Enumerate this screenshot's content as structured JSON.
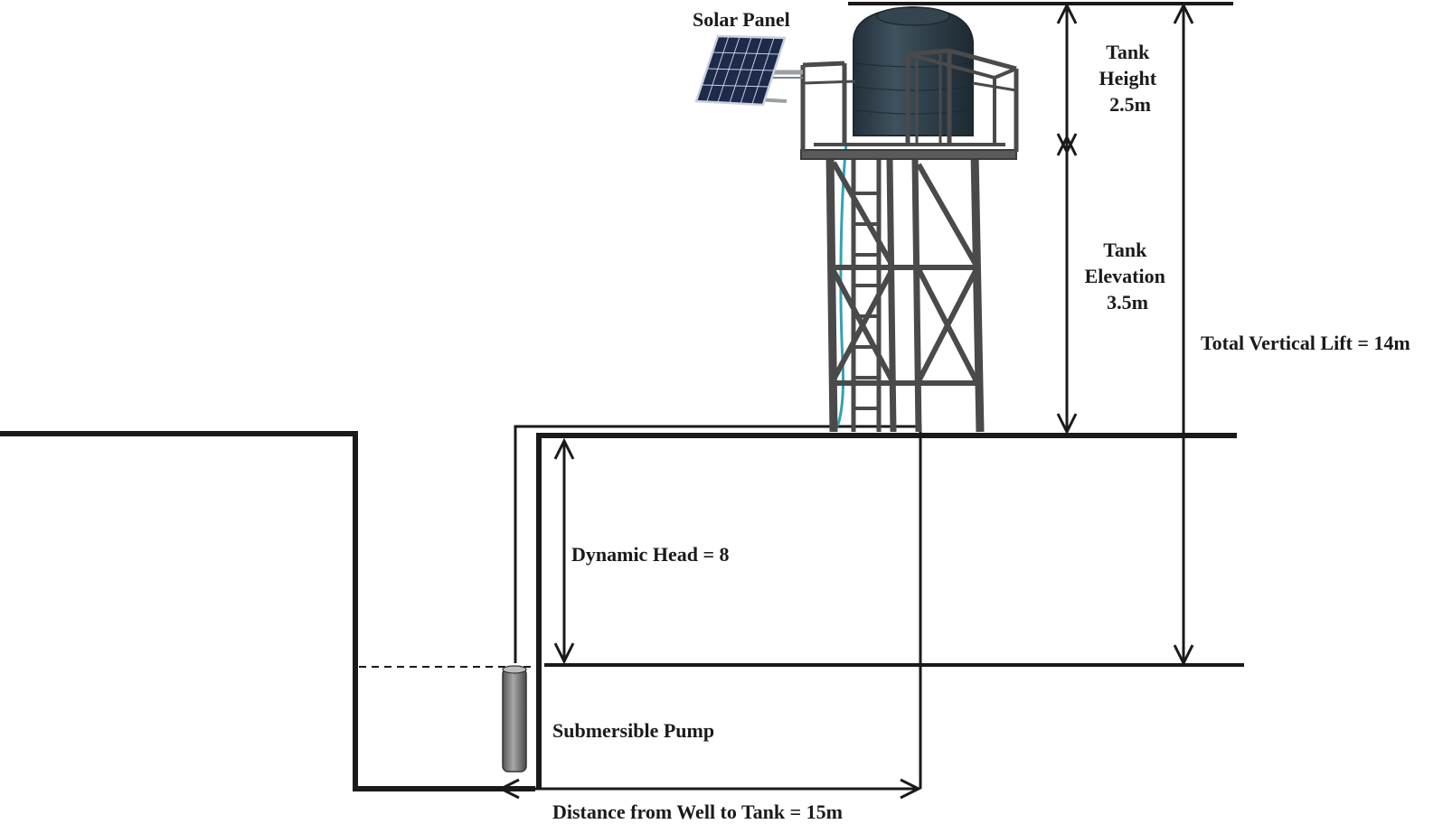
{
  "labels": {
    "solar_panel": "Solar Panel",
    "tank_height": [
      "Tank",
      "Height",
      "2.5m"
    ],
    "tank_elevation": [
      "Tank",
      "Elevation",
      "3.5m"
    ],
    "total_vertical_lift": "Total Vertical Lift = 14m",
    "dynamic_head": "Dynamic Head = 8",
    "submersible_pump": "Submersible Pump",
    "distance": "Distance from Well to Tank = 15m"
  },
  "colors": {
    "line": "#1a1a1a",
    "tank_body": "#2b3a44",
    "tank_highlight": "#3f525e",
    "frame": "#4a4a4a",
    "frame_light": "#6a6a6a",
    "pump_dark": "#5a5a5a",
    "pump_light": "#9c9c9c",
    "panel_cell": "#1d2a4a",
    "panel_grid": "#c8d0e0",
    "hose": "#2fa3b5"
  },
  "icons": {
    "solar_panel": "solar-panel-icon",
    "water_tank": "water-tank-icon",
    "tower": "tower-icon",
    "pump": "submersible-pump-icon"
  }
}
